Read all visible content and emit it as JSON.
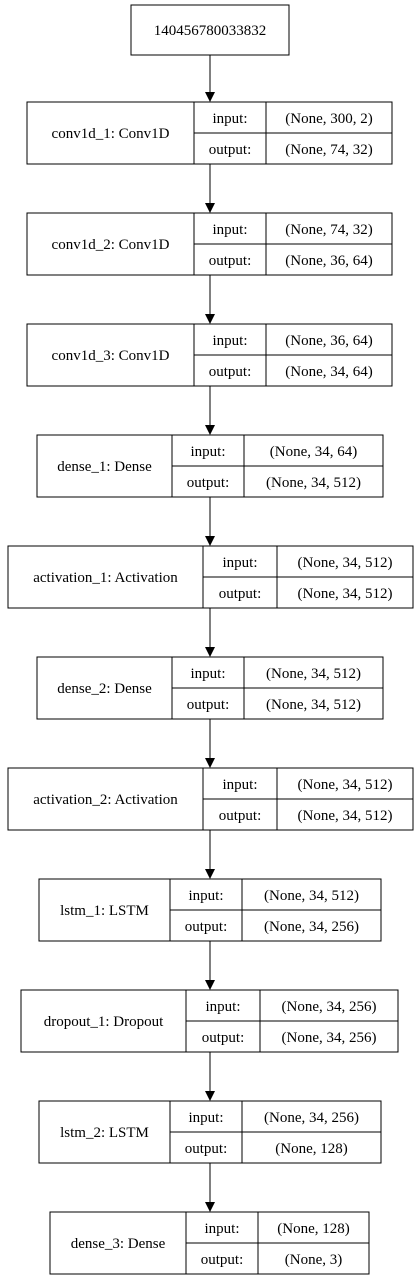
{
  "root": {
    "label": "140456780033832"
  },
  "field_labels": {
    "input": "input:",
    "output": "output:"
  },
  "layers": [
    {
      "name": "conv1d_1: Conv1D",
      "input": "(None, 300, 2)",
      "output": "(None, 74, 32)"
    },
    {
      "name": "conv1d_2: Conv1D",
      "input": "(None, 74, 32)",
      "output": "(None, 36, 64)"
    },
    {
      "name": "conv1d_3: Conv1D",
      "input": "(None, 36, 64)",
      "output": "(None, 34, 64)"
    },
    {
      "name": "dense_1: Dense",
      "input": "(None, 34, 64)",
      "output": "(None, 34, 512)"
    },
    {
      "name": "activation_1: Activation",
      "input": "(None, 34, 512)",
      "output": "(None, 34, 512)"
    },
    {
      "name": "dense_2: Dense",
      "input": "(None, 34, 512)",
      "output": "(None, 34, 512)"
    },
    {
      "name": "activation_2: Activation",
      "input": "(None, 34, 512)",
      "output": "(None, 34, 512)"
    },
    {
      "name": "lstm_1: LSTM",
      "input": "(None, 34, 512)",
      "output": "(None, 34, 256)"
    },
    {
      "name": "dropout_1: Dropout",
      "input": "(None, 34, 256)",
      "output": "(None, 34, 256)"
    },
    {
      "name": "lstm_2: LSTM",
      "input": "(None, 34, 256)",
      "output": "(None, 128)"
    },
    {
      "name": "dense_3: Dense",
      "input": "(None, 128)",
      "output": "(None, 3)"
    }
  ]
}
